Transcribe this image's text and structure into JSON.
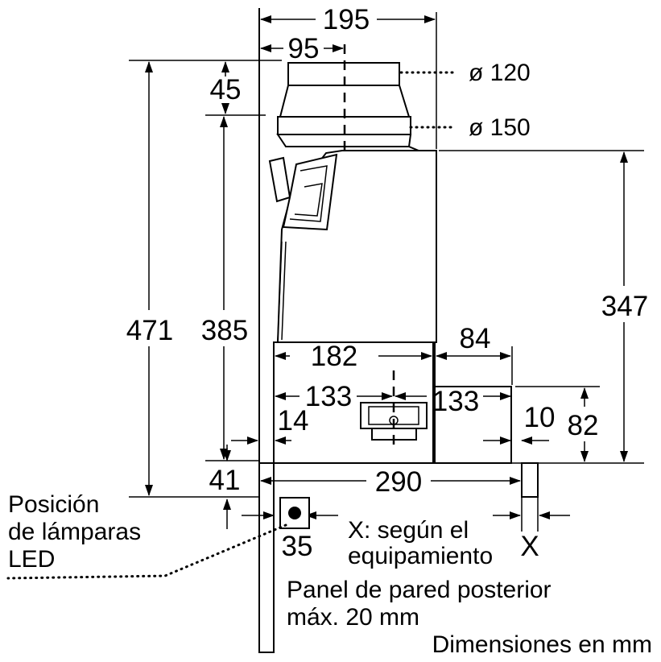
{
  "dimensions": {
    "d195": "195",
    "d95": "95",
    "d45": "45",
    "d471": "471",
    "d385": "385",
    "d347": "347",
    "d182": "182",
    "d84": "84",
    "d133_left": "133",
    "d133_right": "133",
    "d14": "14",
    "d10": "10",
    "d82": "82",
    "d41": "41",
    "d290": "290",
    "d35": "35",
    "dX": "X"
  },
  "labels": {
    "dia120": "ø 120",
    "dia150": "ø 150",
    "led_line1": "Posición",
    "led_line2": "de lámparas",
    "led_line3": "LED",
    "x_line1": "X: según el",
    "x_line2": "equipamiento",
    "panel_line1": "Panel de pared posterior",
    "panel_line2": "máx. 20 mm",
    "units": "Dimensiones en mm"
  },
  "colors": {
    "line": "#000000",
    "background": "#ffffff"
  }
}
